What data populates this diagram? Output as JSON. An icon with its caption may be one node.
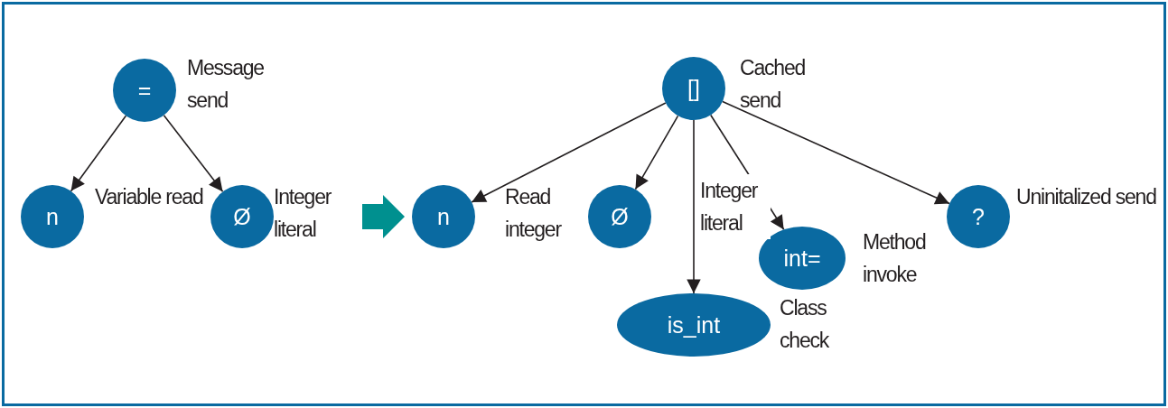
{
  "diagram": {
    "nodes": [
      {
        "text": [
          "="
        ],
        "beside": [
          "Message send"
        ]
      },
      {
        "text": [
          "n"
        ],
        "beside": [
          "Variable read"
        ]
      },
      {
        "text": [
          "Ø"
        ],
        "beside": [
          "Integer literal"
        ]
      },
      {
        "text": [
          "n"
        ],
        "beside": [
          "Read integer"
        ]
      },
      {
        "text": [
          "[]"
        ],
        "beside": [
          "Cached send"
        ]
      },
      {
        "text": [
          "Ø"
        ]
      },
      {
        "text": [
          "?"
        ],
        "beside": [
          "Uninitalized send"
        ]
      },
      {
        "text": [
          "int="
        ],
        "beside": [
          "Method invoke"
        ]
      },
      {
        "text": [
          "is_int"
        ],
        "beside": [
          "Class check"
        ]
      }
    ],
    "edges": [
      {
        "from": 0,
        "to": 1,
        "arrow": "to"
      },
      {
        "from": 0,
        "to": 2,
        "arrow": "to"
      },
      {
        "from": 2,
        "to": 3,
        "arrow": "to",
        "style": "thick",
        "color": "#00908f"
      },
      {
        "from": 4,
        "to": 3,
        "arrow": "to"
      },
      {
        "from": 4,
        "to": 5,
        "arrow": "to"
      },
      {
        "from": 4,
        "to": 8,
        "arrow": "to"
      },
      {
        "from": 4,
        "to": 7,
        "arrow": "to"
      },
      {
        "from": 4,
        "to": 6,
        "arrow": "to"
      }
    ],
    "labels": [
      "Integer literal"
    ]
  }
}
